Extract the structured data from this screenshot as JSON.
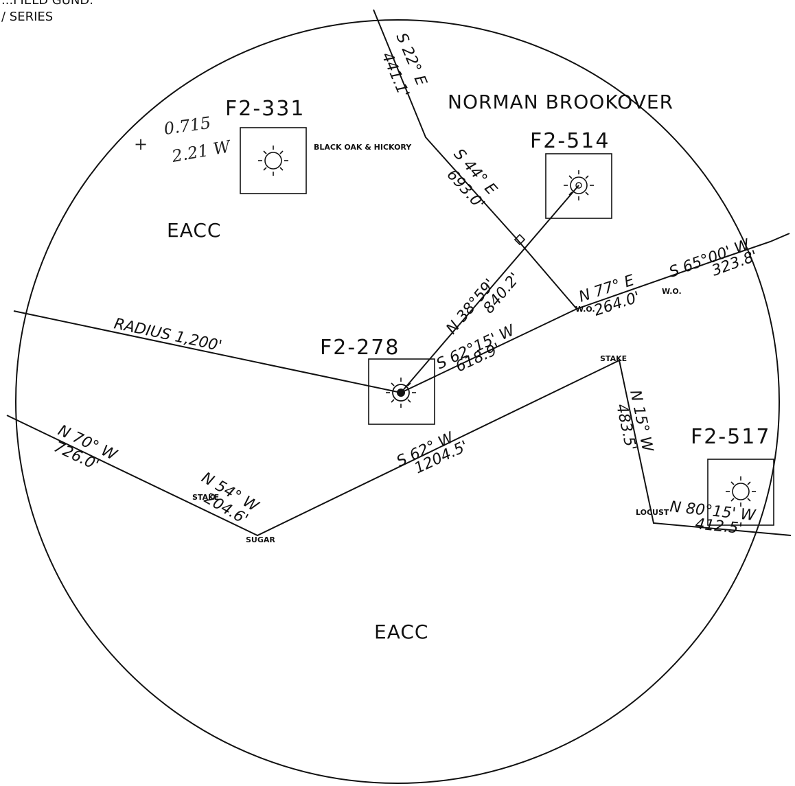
{
  "header": {
    "line1": "...FIELD GUND.",
    "line2": "/ SERIES"
  },
  "tracts": {
    "owner_ne": "NORMAN BROOKOVER",
    "eacc_north": "EACC",
    "eacc_south": "EACC"
  },
  "wells": {
    "w331": {
      "id": "F2-331",
      "note": "BLACK OAK & HICKORY"
    },
    "w514": {
      "id": "F2-514"
    },
    "w278": {
      "id": "F2-278"
    },
    "w517": {
      "id": "F2-517"
    }
  },
  "handwriting": {
    "plus": "+",
    "line1": "0.715",
    "line2": "2.21 W"
  },
  "radius": "RADIUS 1,200'",
  "calls": {
    "c1_bearing": "S 22° E",
    "c1_dist": "441.1'",
    "c2_bearing": "S 44° E",
    "c2_dist": "693.0'",
    "c3_bearing": "N 77° E",
    "c3_dist": "264.0'",
    "c4_bearing": "S 65°00' W",
    "c4_dist": "323.8'",
    "c5_bearing": "N 38°59'",
    "c5_dist": "840.2'",
    "c6_bearing": "S 62°15' W",
    "c6_dist": "618.9'",
    "c7_bearing": "S 62° W",
    "c7_dist": "1204.5'",
    "c8_bearing": "N 70° W",
    "c8_dist": "726.0'",
    "c9_bearing": "N 54° W",
    "c9_dist": "204.6'",
    "c10_bearing": "N 15° W",
    "c10_dist": "483.5'",
    "c11_bearing": "N 80°15' W",
    "c11_dist": "412.5'"
  },
  "markers": {
    "wo1": "W.O.",
    "wo2": "W.O.",
    "stake1": "STAKE",
    "stake2": "STAKE",
    "sugar": "SUGAR",
    "locust": "LOCUST"
  }
}
